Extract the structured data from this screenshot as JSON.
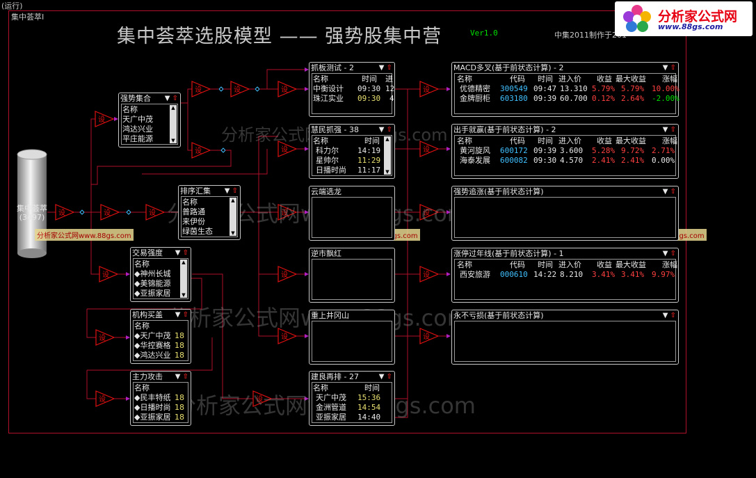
{
  "status": "(运行)",
  "frame_title": "集中荟萃I",
  "title": "集中荟萃选股模型  ——  强势股集中营",
  "version": "Ver1.0",
  "credit": "中集2011制作于201",
  "logo": {
    "text": "分析家公式网",
    "url": "www.88gs.com"
  },
  "watermarks": {
    "big": "分析家公式网www.88gs.com",
    "small": "分析家公式网www.88gs.com",
    "mid": "分析家公式网www.88gs.com"
  },
  "source": {
    "name": "集中荟萃",
    "count": "(3497)"
  },
  "node_label": "设",
  "windows": {
    "qszh": {
      "title": "强势集合",
      "header": "名称",
      "rows": [
        "天广中茂",
        "鸿达兴业",
        "平庄能源"
      ]
    },
    "phhj": {
      "title": "排序汇集",
      "header": "名称",
      "rows": [
        "普路通",
        "来伊份",
        "绿茵生态"
      ]
    },
    "jyqd": {
      "title": "交易强度",
      "header": "名称",
      "rows": [
        "◆神州长城",
        "◆美锦能源",
        "◆亚振家居"
      ]
    },
    "jgmc": {
      "title": "机构买盖",
      "header": "名称",
      "rows": [
        {
          "n": "◆天广中茂",
          "v": "18"
        },
        {
          "n": "◆华控赛格",
          "v": "18"
        },
        {
          "n": "◆鸿达兴业",
          "v": "18"
        }
      ]
    },
    "zlgj": {
      "title": "主力攻击",
      "header": "名称",
      "rows": [
        {
          "n": "◆民丰特纸",
          "v": "18"
        },
        {
          "n": "◆日播时尚",
          "v": "18"
        },
        {
          "n": "◆亚振家居",
          "v": "18"
        }
      ]
    },
    "zbcs": {
      "title": "抓板测试 - 2",
      "h_name": "名称",
      "h_time": "时间",
      "h_in": "进",
      "rows": [
        {
          "n": "中衡设计",
          "t": "09:30",
          "v": "12"
        },
        {
          "n": "珠江实业",
          "t": "09:30",
          "v": "4"
        }
      ]
    },
    "hmzq": {
      "title": "慧民抓强 - 38",
      "h_name": "名称",
      "h_time": "时间",
      "rows": [
        {
          "n": "科力尔",
          "t": "14:19"
        },
        {
          "n": "星帅尔",
          "t": "11:29"
        },
        {
          "n": "日播时尚",
          "t": "11:17"
        }
      ]
    },
    "ydxl": {
      "title": "云端选龙"
    },
    "nspg": {
      "title": "逆市飘红"
    },
    "sjgs": {
      "title": "重上井冈山"
    },
    "jlzp": {
      "title": "建良再排 - 27",
      "h_name": "名称",
      "h_time": "时间",
      "rows": [
        {
          "n": "天广中茂",
          "t": "15:36"
        },
        {
          "n": "金洲管道",
          "t": "14:54"
        },
        {
          "n": "亚振家居",
          "t": "14:40"
        }
      ]
    },
    "macd": {
      "title": "MACD多叉(基于前状态计算) - 2",
      "rows": [
        {
          "n": "优德精密",
          "c": "300549",
          "t": "09:47",
          "p": "13.310",
          "s": "5.79%",
          "m": "5.79%",
          "z": "10.00%",
          "zc": "#ff4040"
        },
        {
          "n": "金牌厨柜",
          "c": "603180",
          "t": "09:39",
          "p": "60.700",
          "s": "0.12%",
          "m": "2.64%",
          "z": "-2.00%",
          "zc": "#00e000"
        }
      ]
    },
    "cszy": {
      "title": "出手就赢(基于前状态计算) - 2",
      "rows": [
        {
          "n": "黄河旋风",
          "c": "600172",
          "t": "09:39",
          "p": "3.600",
          "s": "5.28%",
          "m": "9.72%",
          "z": "2.71%",
          "zc": "#ff4040"
        },
        {
          "n": "海泰发展",
          "c": "600082",
          "t": "09:30",
          "p": "4.570",
          "s": "2.41%",
          "m": "2.41%",
          "z": "0.00%",
          "zc": "#e8e8e8"
        }
      ]
    },
    "qszz": {
      "title": "强势追涨(基于前状态计算)"
    },
    "ztgnx": {
      "title": "涨停过年线(基于前状态计算) - 1",
      "rows": [
        {
          "n": "西安旅游",
          "c": "000610",
          "t": "14:22",
          "p": "8.210",
          "s": "3.41%",
          "m": "3.41%",
          "z": "9.97%",
          "zc": "#ff4040"
        }
      ]
    },
    "ybks": {
      "title": "永不亏损(基于前状态计算)"
    }
  },
  "big_headers": {
    "name": "名称",
    "code": "代码",
    "time": "时间",
    "in": "进入价",
    "gain": "收益",
    "max": "最大收益",
    "chg": "涨幅"
  },
  "colors": {
    "line": "#b0102a",
    "node": "#e01010",
    "code": "#40c0ff",
    "time": "#e8e070",
    "gain": "#ff4040",
    "up": "#ff4040",
    "down": "#00e000"
  }
}
